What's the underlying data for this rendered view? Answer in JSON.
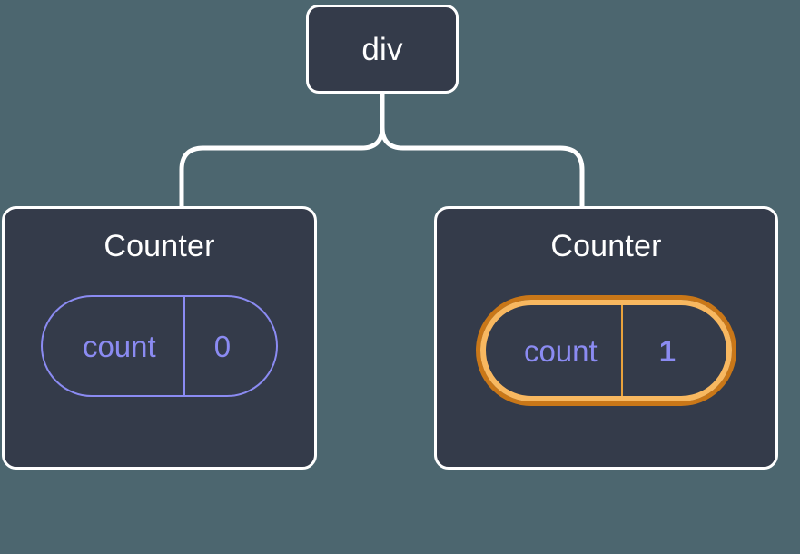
{
  "diagram": {
    "type": "component-tree",
    "background_color": "#4c666f",
    "node_fill_color": "#343b4a",
    "node_border_color": "#ffffff",
    "accent_state_color": "#8b8bf2",
    "highlight_outer_color": "#c97718",
    "highlight_inner_color": "#f8b860",
    "sparkle_color": "#f9b96a",
    "root": {
      "label": "div"
    },
    "children": [
      {
        "title": "Counter",
        "state": {
          "key": "count",
          "value": "0",
          "highlighted": false
        },
        "sparkles": false
      },
      {
        "title": "Counter",
        "state": {
          "key": "count",
          "value": "1",
          "highlighted": true
        },
        "sparkles": true
      }
    ],
    "icons": {
      "sparkle_large": "sparkle-icon",
      "sparkle_small": "sparkle-icon"
    }
  }
}
